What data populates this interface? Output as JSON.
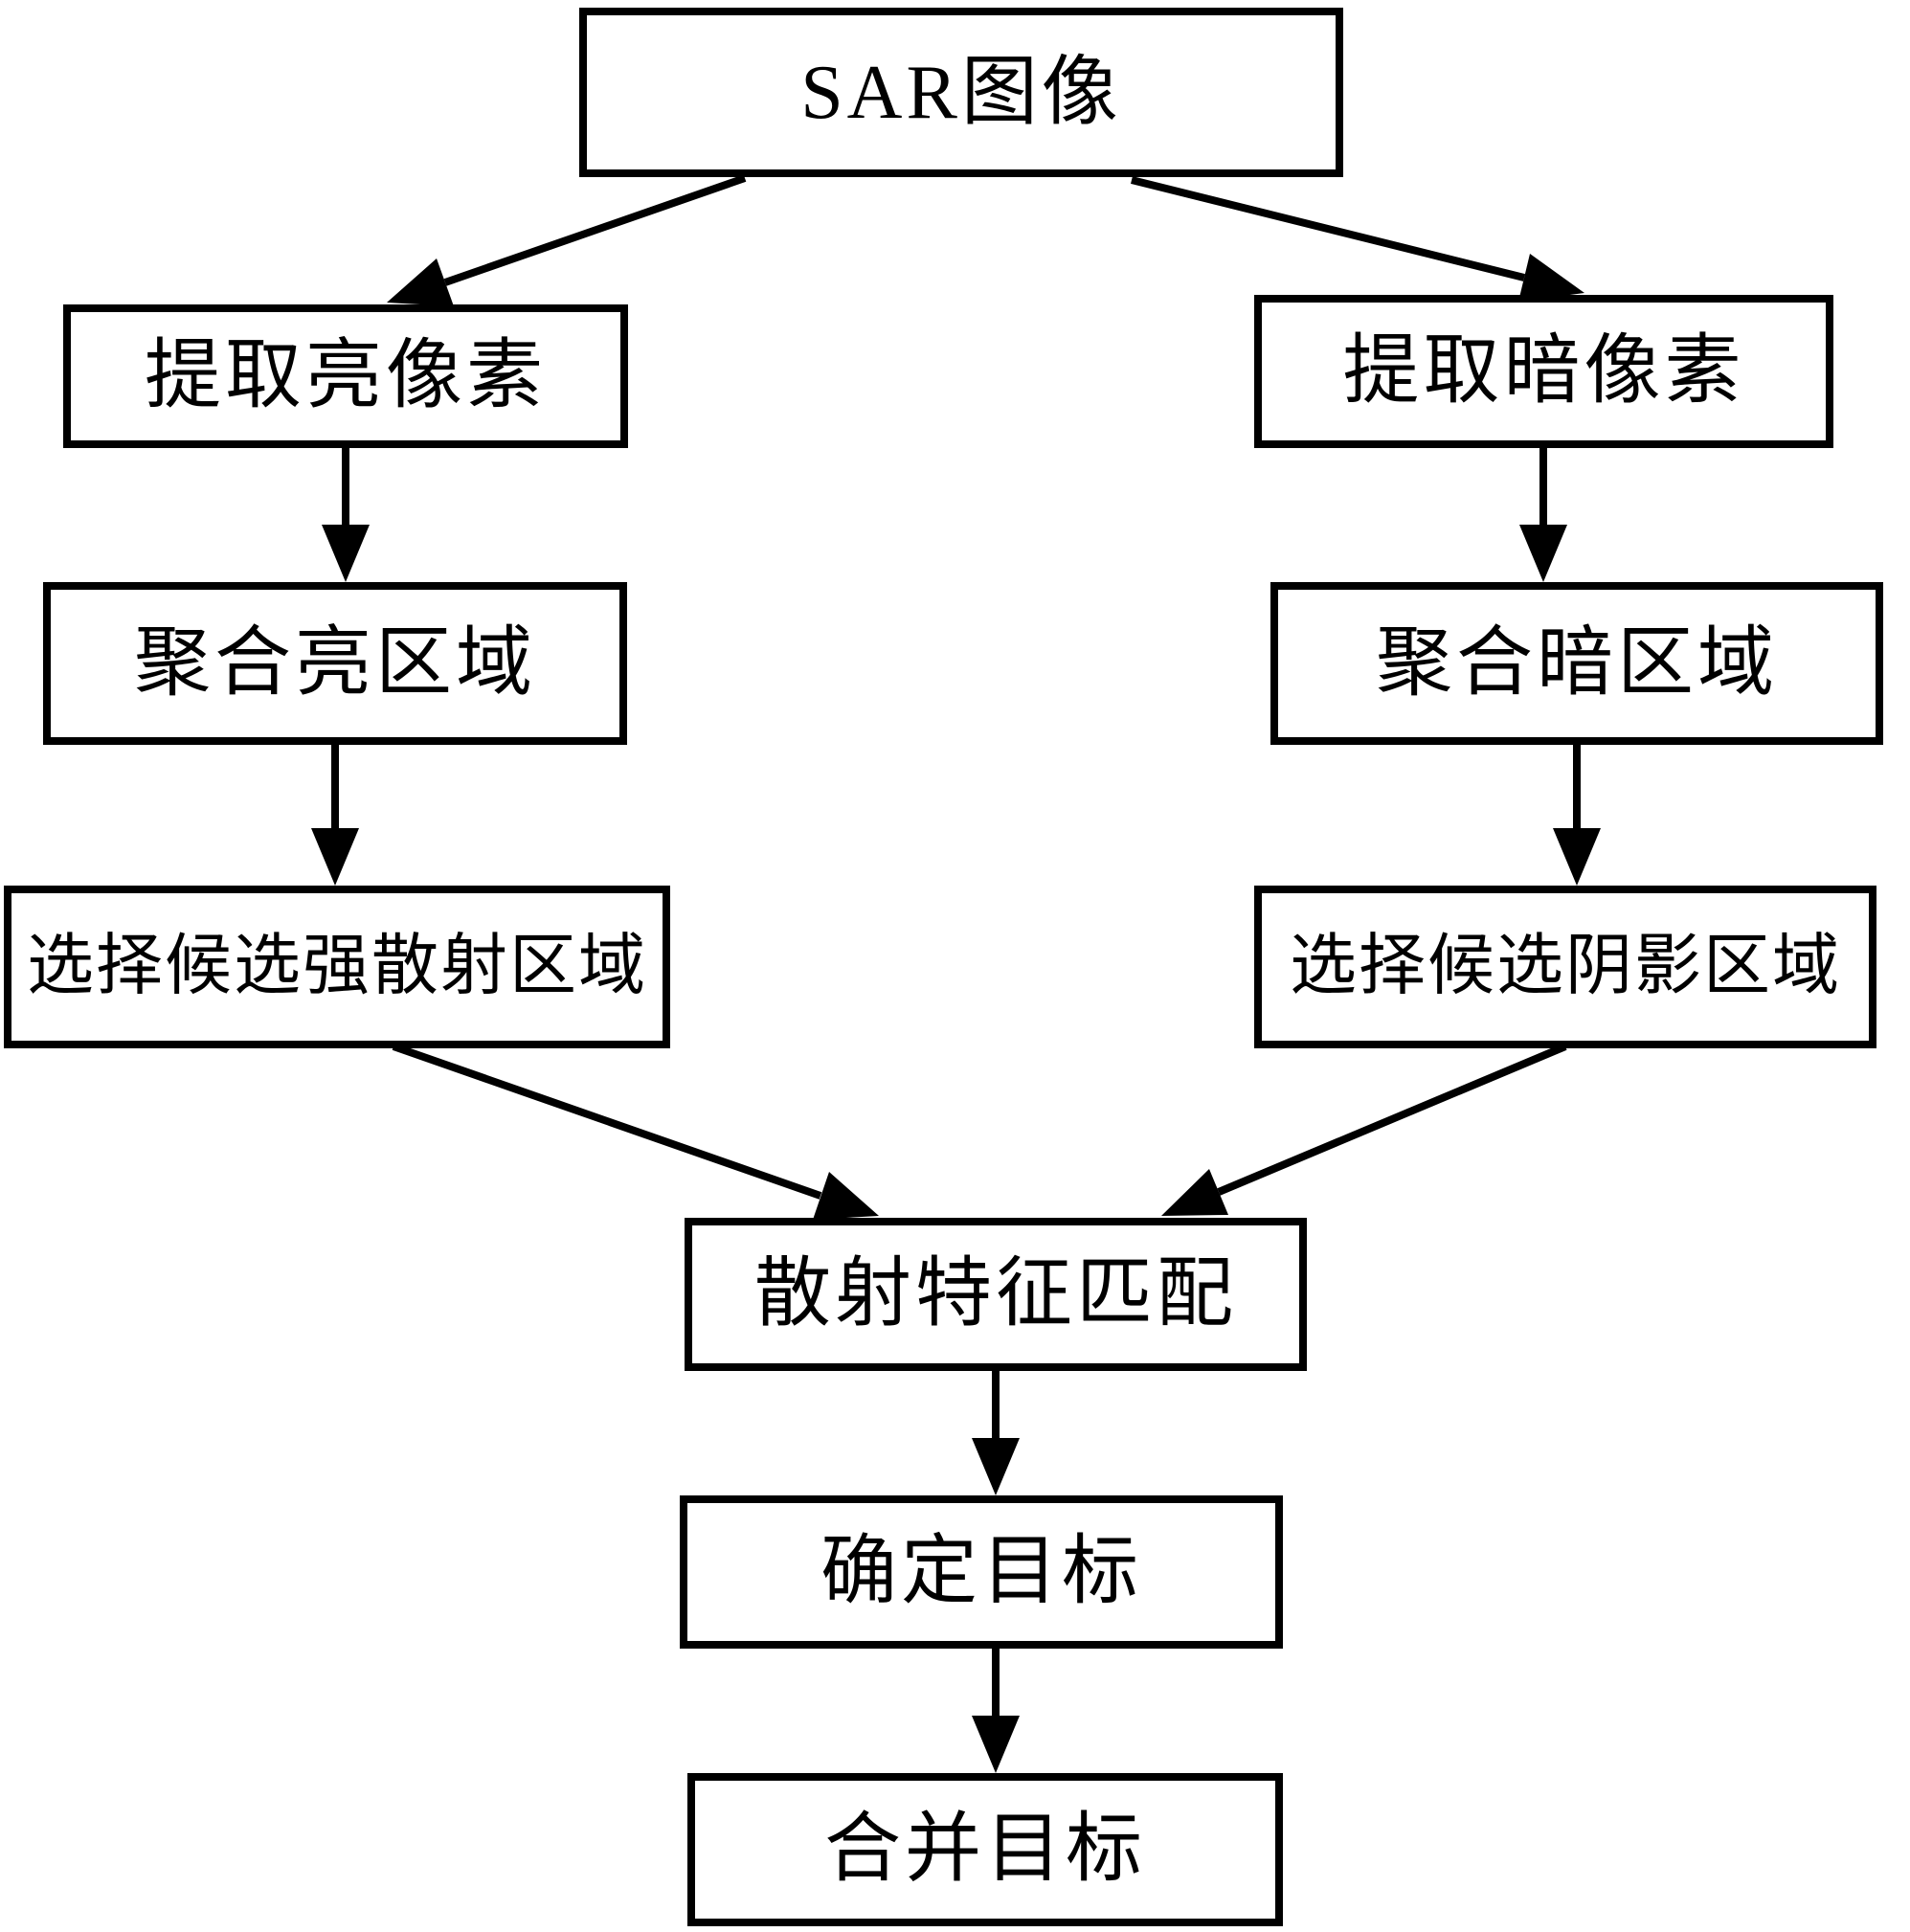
{
  "diagram": {
    "type": "flowchart",
    "colors": {
      "line": "#000000",
      "box_fill": "#ffffff",
      "background": "#ffffff",
      "text": "#000000"
    },
    "nodes": {
      "sar_image": {
        "label": "SAR图像"
      },
      "extract_bright": {
        "label": "提取亮像素"
      },
      "cluster_bright": {
        "label": "聚合亮区域"
      },
      "select_scatter": {
        "label": "选择候选强散射区域"
      },
      "extract_dark": {
        "label": "提取暗像素"
      },
      "cluster_dark": {
        "label": "聚合暗区域"
      },
      "select_shadow": {
        "label": "选择候选阴影区域"
      },
      "feature_match": {
        "label": "散射特征匹配"
      },
      "determine_target": {
        "label": "确定目标"
      },
      "merge_target": {
        "label": "合并目标"
      }
    },
    "edges": [
      {
        "from": "sar_image",
        "to": "extract_bright"
      },
      {
        "from": "sar_image",
        "to": "extract_dark"
      },
      {
        "from": "extract_bright",
        "to": "cluster_bright"
      },
      {
        "from": "extract_dark",
        "to": "cluster_dark"
      },
      {
        "from": "cluster_bright",
        "to": "select_scatter"
      },
      {
        "from": "cluster_dark",
        "to": "select_shadow"
      },
      {
        "from": "select_scatter",
        "to": "feature_match"
      },
      {
        "from": "select_shadow",
        "to": "feature_match"
      },
      {
        "from": "feature_match",
        "to": "determine_target"
      },
      {
        "from": "determine_target",
        "to": "merge_target"
      }
    ]
  }
}
